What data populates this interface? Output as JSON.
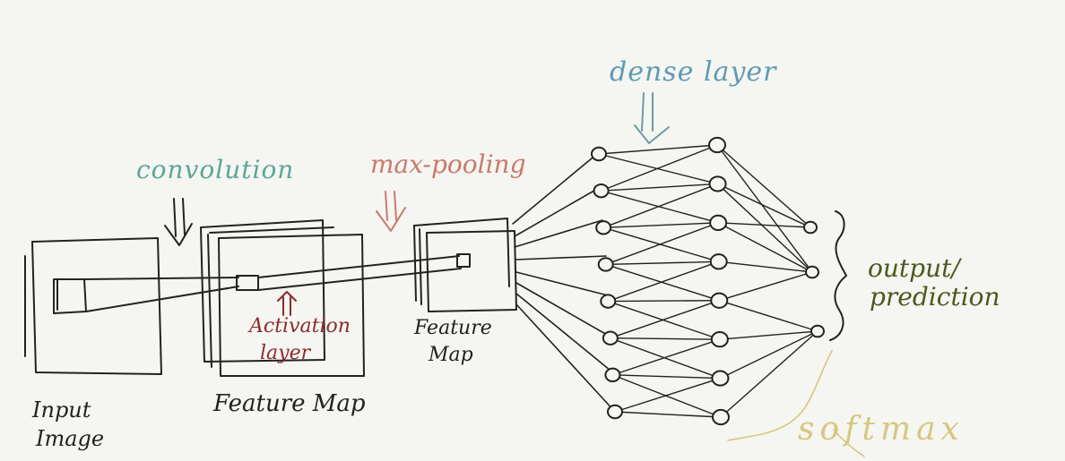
{
  "labels": {
    "convolution": "convolution",
    "max_pooling": "max-pooling",
    "dense_layer": "dense layer",
    "activation_line1": "Activation",
    "activation_line2": "layer",
    "input_line1": "Input",
    "input_line2": "Image",
    "feature_map": "Feature Map",
    "feature_map2_line1": "Feature",
    "feature_map2_line2": "Map",
    "output_line1": "output/",
    "output_line2": "prediction",
    "softmax": "softmax"
  },
  "network": {
    "first_layer_nodes": 8,
    "second_layer_nodes": 8,
    "output_nodes": 3
  },
  "colors": {
    "ink": "#222222",
    "convolution": "#5aa69a",
    "max_pooling": "#c97a6a",
    "activation": "#8c2b2e",
    "dense_layer": "#5e9bb3",
    "output": "#4a5a1e",
    "softmax": "#d6c77e"
  }
}
